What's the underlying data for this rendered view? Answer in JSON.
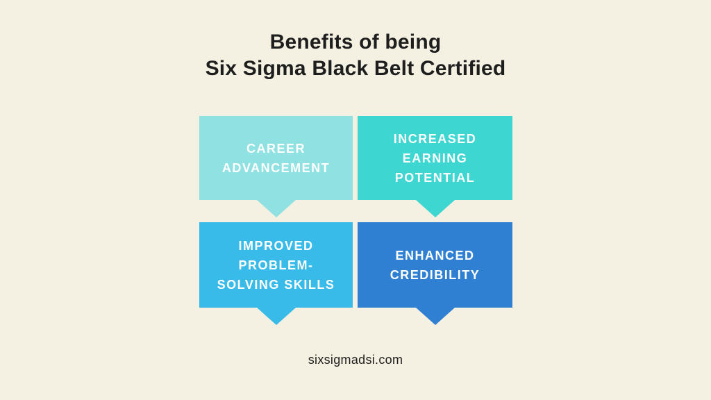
{
  "background_color": "#F5F1E2",
  "title": {
    "line1": "Benefits of being",
    "line2": "Six Sigma Black Belt Certified",
    "color": "#1E1E1E"
  },
  "cards": [
    {
      "id": "career-advancement",
      "lines": [
        "CAREER",
        "ADVANCEMENT"
      ],
      "color": "#90E1E1",
      "text_color": "#FFFFFF"
    },
    {
      "id": "increased-earning-potential",
      "lines": [
        "INCREASED",
        "EARNING",
        "POTENTIAL"
      ],
      "color": "#3DD6D1",
      "text_color": "#FFFFFF"
    },
    {
      "id": "improved-problem-solving-skills",
      "lines": [
        "IMPROVED",
        "PROBLEM-",
        "SOLVING SKILLS"
      ],
      "color": "#38BBE8",
      "text_color": "#FFFFFF"
    },
    {
      "id": "enhanced-credibility",
      "lines": [
        "ENHANCED",
        "CREDIBILITY"
      ],
      "color": "#2F80D3",
      "text_color": "#FFFFFF"
    }
  ],
  "footer": {
    "website": "sixsigmadsi.com"
  }
}
